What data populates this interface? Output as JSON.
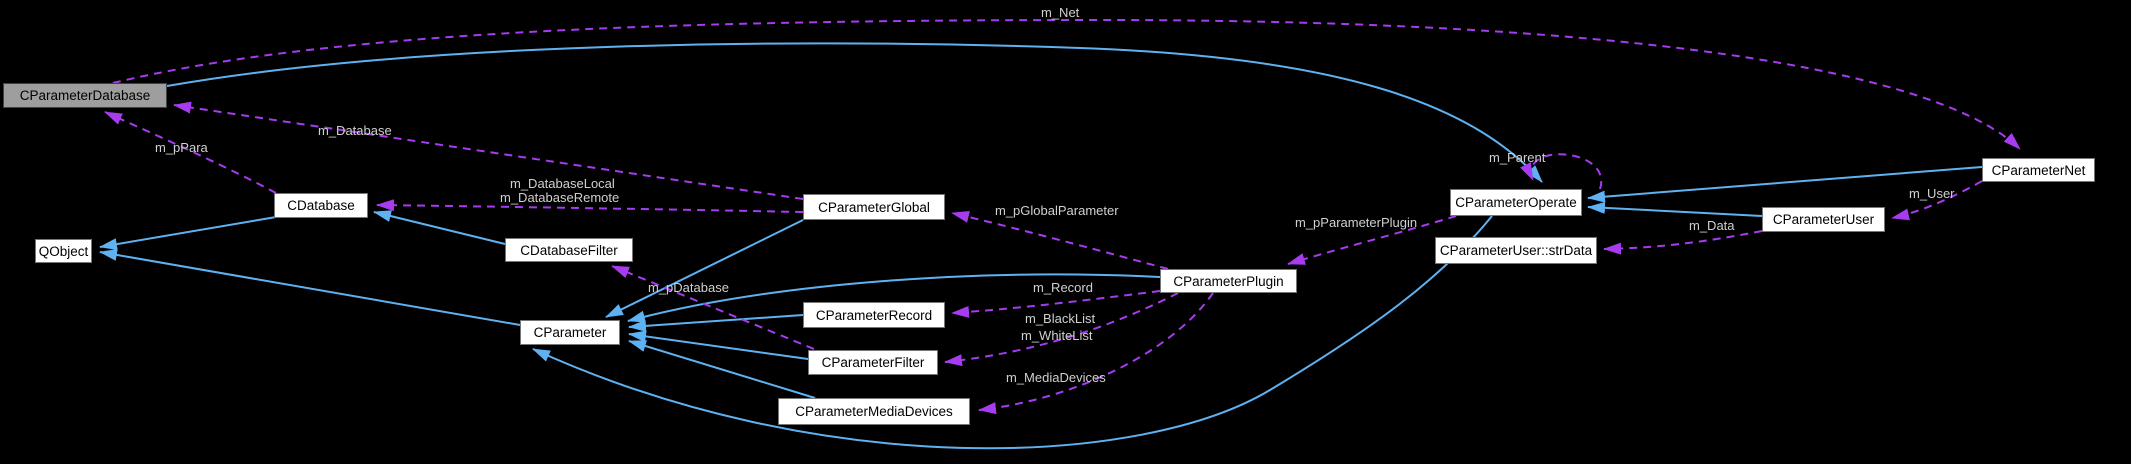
{
  "diagram": {
    "kind": "class-collaboration-graph",
    "background_color": "#000000",
    "colors": {
      "inheritance_edge": "#5FB2F2",
      "usage_edge": "#A63BF0",
      "edge_label": "#D0D0D0",
      "node_fill": "#FFFFFF",
      "node_border": "#757575",
      "focus_node_fill": "#9E9E9E",
      "node_text": "#000000"
    },
    "nodes": [
      {
        "label": "CParameterDatabase",
        "focus": true
      },
      {
        "label": "QObject",
        "focus": false
      },
      {
        "label": "CDatabase",
        "focus": false
      },
      {
        "label": "CDatabaseFilter",
        "focus": false
      },
      {
        "label": "CParameter",
        "focus": false
      },
      {
        "label": "CParameterGlobal",
        "focus": false
      },
      {
        "label": "CParameterRecord",
        "focus": false
      },
      {
        "label": "CParameterFilter",
        "focus": false
      },
      {
        "label": "CParameterMediaDevices",
        "focus": false
      },
      {
        "label": "CParameterPlugin",
        "focus": false
      },
      {
        "label": "CParameterOperate",
        "focus": false
      },
      {
        "label": "CParameterUser::strData",
        "focus": false
      },
      {
        "label": "CParameterUser",
        "focus": false
      },
      {
        "label": "CParameterNet",
        "focus": false
      }
    ],
    "edges": [
      {
        "from": "CDatabase",
        "to": "QObject",
        "type": "inheritance",
        "labels": []
      },
      {
        "from": "CParameter",
        "to": "QObject",
        "type": "inheritance",
        "labels": []
      },
      {
        "from": "CDatabaseFilter",
        "to": "CDatabase",
        "type": "inheritance",
        "labels": []
      },
      {
        "from": "CParameterGlobal",
        "to": "CParameter",
        "type": "inheritance",
        "labels": []
      },
      {
        "from": "CParameterRecord",
        "to": "CParameter",
        "type": "inheritance",
        "labels": []
      },
      {
        "from": "CParameterFilter",
        "to": "CParameter",
        "type": "inheritance",
        "labels": []
      },
      {
        "from": "CParameterMediaDevices",
        "to": "CParameter",
        "type": "inheritance",
        "labels": []
      },
      {
        "from": "CParameterPlugin",
        "to": "CParameter",
        "type": "inheritance",
        "labels": []
      },
      {
        "from": "CParameterOperate",
        "to": "CParameter",
        "type": "inheritance",
        "labels": []
      },
      {
        "from": "CParameterDatabase",
        "to": "CParameterOperate",
        "type": "inheritance",
        "labels": []
      },
      {
        "from": "CParameterUser",
        "to": "CParameterOperate",
        "type": "inheritance",
        "labels": []
      },
      {
        "from": "CParameterNet",
        "to": "CParameterOperate",
        "type": "inheritance",
        "labels": []
      },
      {
        "from": "CDatabase",
        "to": "CParameterDatabase",
        "type": "usage",
        "labels": [
          "m_pPara"
        ]
      },
      {
        "from": "CParameterGlobal",
        "to": "CParameterDatabase",
        "type": "usage",
        "labels": [
          "m_Database"
        ]
      },
      {
        "from": "CParameterGlobal",
        "to": "CDatabase",
        "type": "usage",
        "labels": [
          "m_DatabaseLocal",
          "m_DatabaseRemote"
        ]
      },
      {
        "from": "CParameterFilter",
        "to": "CDatabaseFilter",
        "type": "usage",
        "labels": [
          "m_pDatabase"
        ]
      },
      {
        "from": "CParameterPlugin",
        "to": "CParameterGlobal",
        "type": "usage",
        "labels": [
          "m_pGlobalParameter"
        ]
      },
      {
        "from": "CParameterPlugin",
        "to": "CParameterRecord",
        "type": "usage",
        "labels": [
          "m_Record"
        ]
      },
      {
        "from": "CParameterPlugin",
        "to": "CParameterFilter",
        "type": "usage",
        "labels": [
          "m_BlackList",
          "m_WhiteList"
        ]
      },
      {
        "from": "CParameterPlugin",
        "to": "CParameterMediaDevices",
        "type": "usage",
        "labels": [
          "m_MediaDevices"
        ]
      },
      {
        "from": "CParameterOperate",
        "to": "CParameterPlugin",
        "type": "usage",
        "labels": [
          "m_pParameterPlugin"
        ]
      },
      {
        "from": "CParameterOperate",
        "to": "CParameterOperate",
        "type": "usage",
        "labels": [
          "m_Parent"
        ]
      },
      {
        "from": "CParameterUser",
        "to": "CParameterUser::strData",
        "type": "usage",
        "labels": [
          "m_Data"
        ]
      },
      {
        "from": "CParameterNet",
        "to": "CParameterUser",
        "type": "usage",
        "labels": [
          "m_User"
        ]
      },
      {
        "from": "CParameterDatabase",
        "to": "CParameterNet",
        "type": "usage",
        "labels": [
          "m_Net"
        ]
      }
    ]
  }
}
